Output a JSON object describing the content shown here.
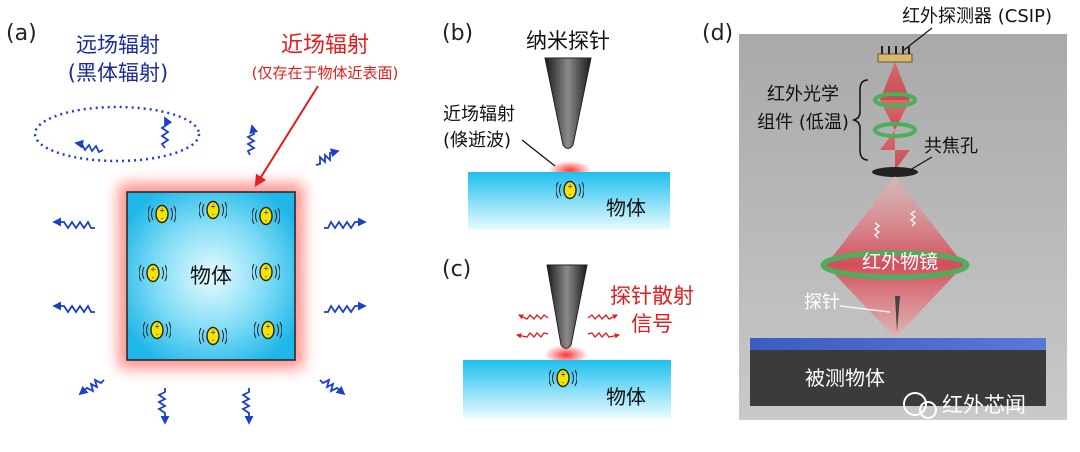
{
  "panel_a": {
    "tag": "(a)",
    "far_field_line1": "远场辐射",
    "far_field_line2": "(黑体辐射)",
    "near_field_title": "近场辐射",
    "near_field_note": "(仅存在于物体近表面)",
    "object_label": "物体"
  },
  "panel_b": {
    "tag": "(b)",
    "probe_label": "纳米探针",
    "near_field_line1": "近场辐射",
    "near_field_line2": "(倏逝波)",
    "object_label": "物体"
  },
  "panel_c": {
    "tag": "(c)",
    "scatter_line1": "探针散射",
    "scatter_line2": "信号",
    "object_label": "物体"
  },
  "panel_d": {
    "tag": "(d)",
    "detector_label": "红外探测器 (CSIP)",
    "optics_line1": "红外光学",
    "optics_line2": "组件 (低温)",
    "pinhole_label": "共焦孔",
    "objective_label": "红外物镜",
    "probe_label": "探针",
    "sample_label": "被测物体",
    "watermark": "红外芯闻"
  },
  "colors": {
    "blue_text": "#1a2a9c",
    "red_text": "#e31b1b",
    "wave_blue": "#1b3fc8",
    "object_fill": "#34c8f0",
    "glow_red": "#ff3b30"
  }
}
